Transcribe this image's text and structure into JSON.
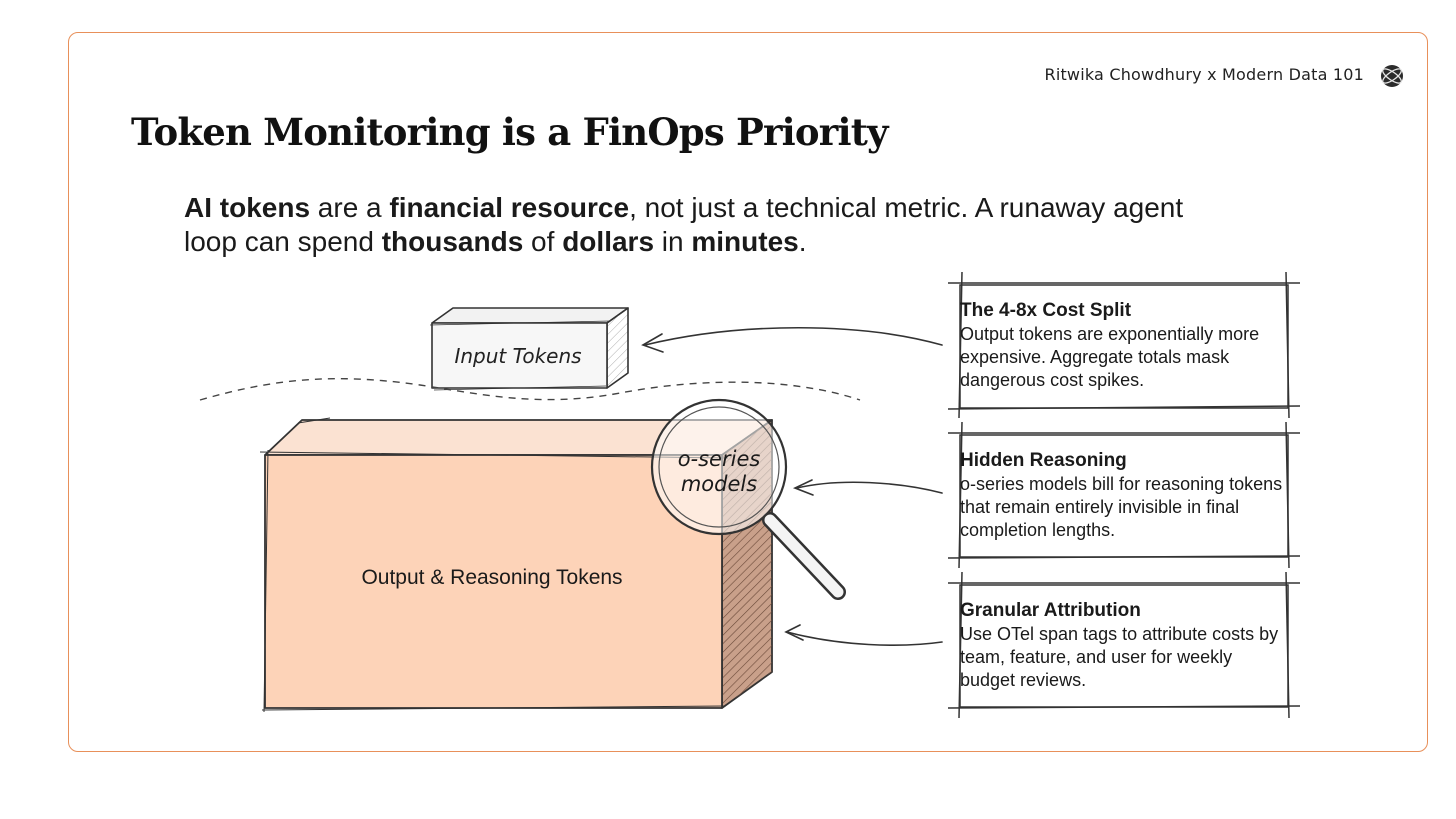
{
  "header": {
    "credit": "Ritwika Chowdhury x Modern Data 101"
  },
  "title": "Token Monitoring is a FinOps Priority",
  "lead": {
    "p1": "AI tokens",
    "p2": " are a ",
    "p3": "financial resource",
    "p4": ", not just a technical metric. A runaway agent loop can spend ",
    "p5": "thousands",
    "p6": " of ",
    "p7": "dollars",
    "p8": " in ",
    "p9": "minutes",
    "p10": "."
  },
  "diagram": {
    "input_label": "Input Tokens",
    "output_label": "Output & Reasoning Tokens",
    "magnifier_line1": "o-series",
    "magnifier_line2": "models",
    "box_fill": "#fdd3b8",
    "box_side_fill": "#c9a08a"
  },
  "callouts": [
    {
      "title": "The 4-8x Cost Split",
      "body": "Output tokens are exponentially more expensive. Aggregate totals mask dangerous cost spikes."
    },
    {
      "title": "Hidden Reasoning",
      "body": "o-series models bill for reasoning tokens that remain entirely invisible in final completion lengths."
    },
    {
      "title": "Granular Attribution",
      "body": "Use OTel span tags to attribute costs by team, feature, and user for weekly budget reviews."
    }
  ]
}
